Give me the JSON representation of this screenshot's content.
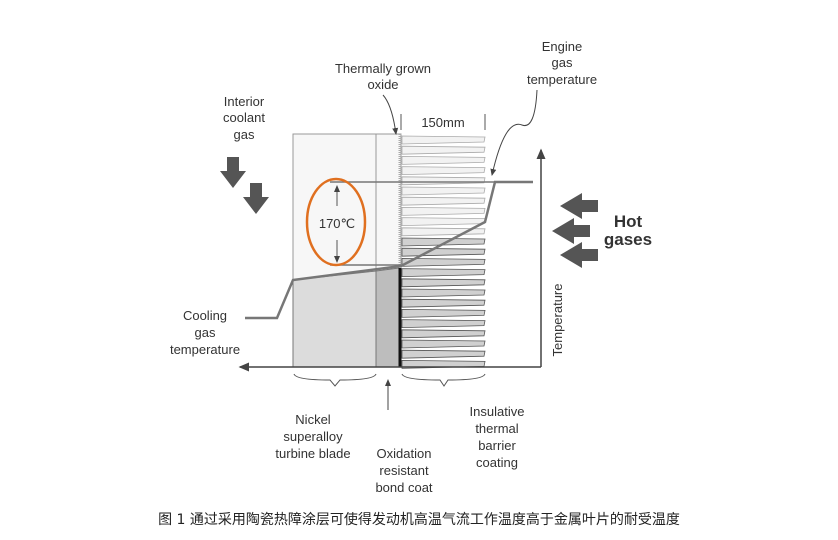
{
  "labels": {
    "interior_coolant": [
      "Interior",
      "coolant",
      "gas"
    ],
    "thermally_grown_oxide": [
      "Thermally grown",
      "oxide"
    ],
    "engine_gas_temperature": [
      "Engine",
      "gas",
      "temperature"
    ],
    "thickness": "150mm",
    "delta_temperature": "170℃",
    "hot_gases": [
      "Hot",
      "gases"
    ],
    "cooling_gas_temperature": [
      "Cooling",
      "gas",
      "temperature"
    ],
    "temperature_axis": "Temperature",
    "nickel_superalloy": [
      "Nickel",
      "superalloy",
      "turbine blade"
    ],
    "oxidation_bond_coat": [
      "Oxidation",
      "resistant",
      "bond coat"
    ],
    "insulative_tbc": [
      "Insulative",
      "thermal",
      "barrier",
      "coating"
    ]
  },
  "colors": {
    "highlight": "#e07020",
    "arrow": "#555555",
    "line": "#777777"
  },
  "caption": "图 1  通过采用陶瓷热障涂层可使得发动机高温气流工作温度高于金属叶片的耐受温度"
}
